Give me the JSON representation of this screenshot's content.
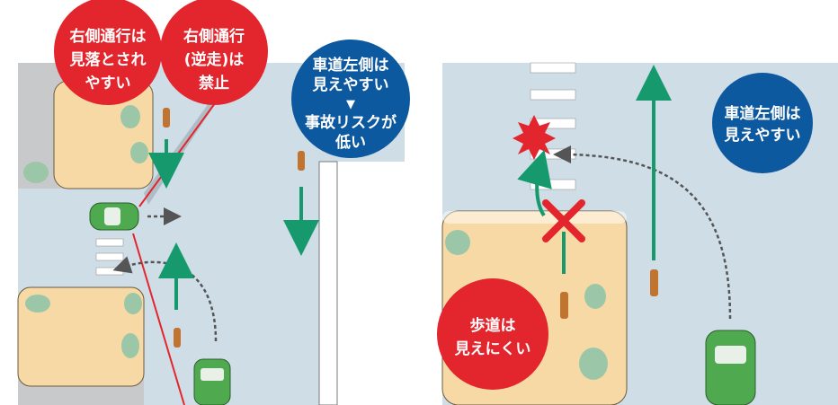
{
  "left_panel": {
    "bubble_right_overlooked": [
      "右側通行は",
      "見落とされ",
      "やすい"
    ],
    "bubble_right_prohibited": [
      "右側通行",
      "(逆走)は",
      "禁止"
    ],
    "bubble_left_visible": [
      "車道左側は",
      "見えやすい",
      "▼",
      "事故リスクが",
      "低い"
    ]
  },
  "right_panel": {
    "bubble_sidewalk": [
      "歩道は",
      "見えにくい"
    ],
    "bubble_left_visible": [
      "車道左側は",
      "見えやすい"
    ]
  },
  "colors": {
    "red": "#e3262d",
    "blue": "#0d59a0",
    "green_arrow": "#169a6d",
    "road": "#cfdde6",
    "road_shade": "#a6b2bb",
    "sidewalk": "#f6d9a5",
    "grey_block": "#c8c9cb",
    "tree": "#9bc7a8",
    "car": "#4fa94f"
  }
}
